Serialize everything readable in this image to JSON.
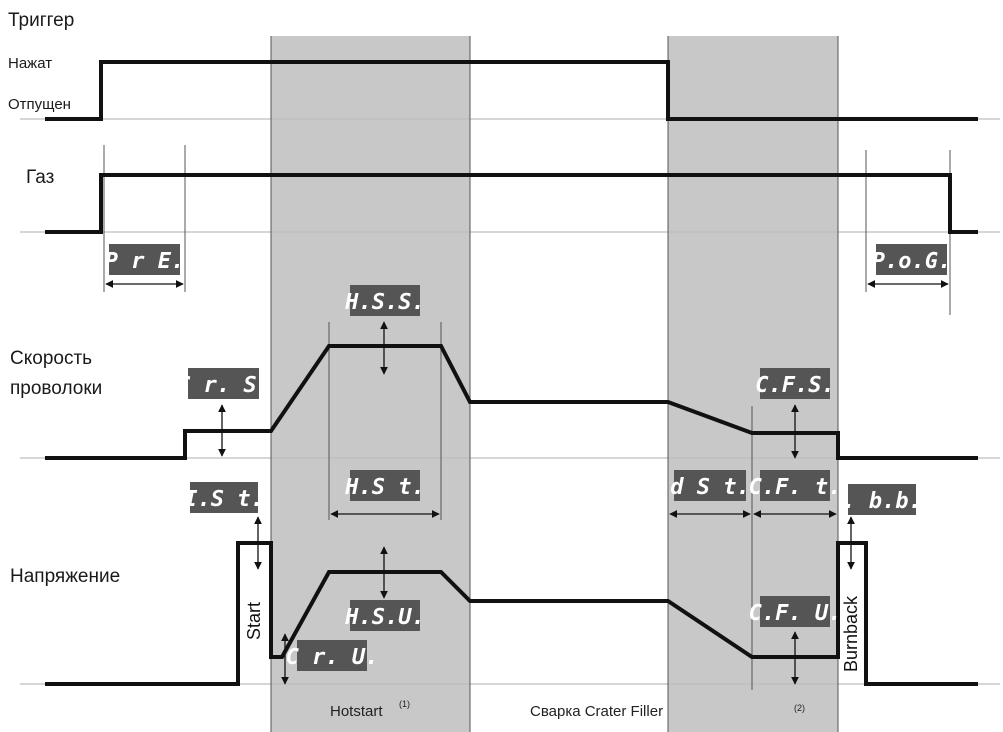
{
  "colors": {
    "shade": "#c8c8c8",
    "badge": "#555555",
    "signal": "#111111",
    "baseline": "#bdbdbd"
  },
  "labels": {
    "trigger": "Триггер",
    "pressed": "Нажат",
    "released": "Отпущен",
    "gas": "Газ",
    "wire_speed_1": "Скорость",
    "wire_speed_2": "проволоки",
    "voltage": "Напряжение"
  },
  "badges": {
    "pre": "P r E.",
    "crs": "C r. S.",
    "hss": "H.S.S.",
    "cfs": "C.F.S.",
    "pog": "P.o.G.",
    "ist": "I.S t.",
    "hst": "H.S t.",
    "dst": "d S t.",
    "cft": "C.F. t.",
    "bb": ". b.b.",
    "hsu": "H.S.U.",
    "cru": "C r. U.",
    "cfu": "C.F. U."
  },
  "vertical_labels": {
    "start": "Start",
    "burnback": "Burnback"
  },
  "footer": {
    "hotstart": "Hotstart",
    "hotstart_note": "(1)",
    "crater": "Сварка Crater Filler",
    "crater_note": "(2)"
  }
}
